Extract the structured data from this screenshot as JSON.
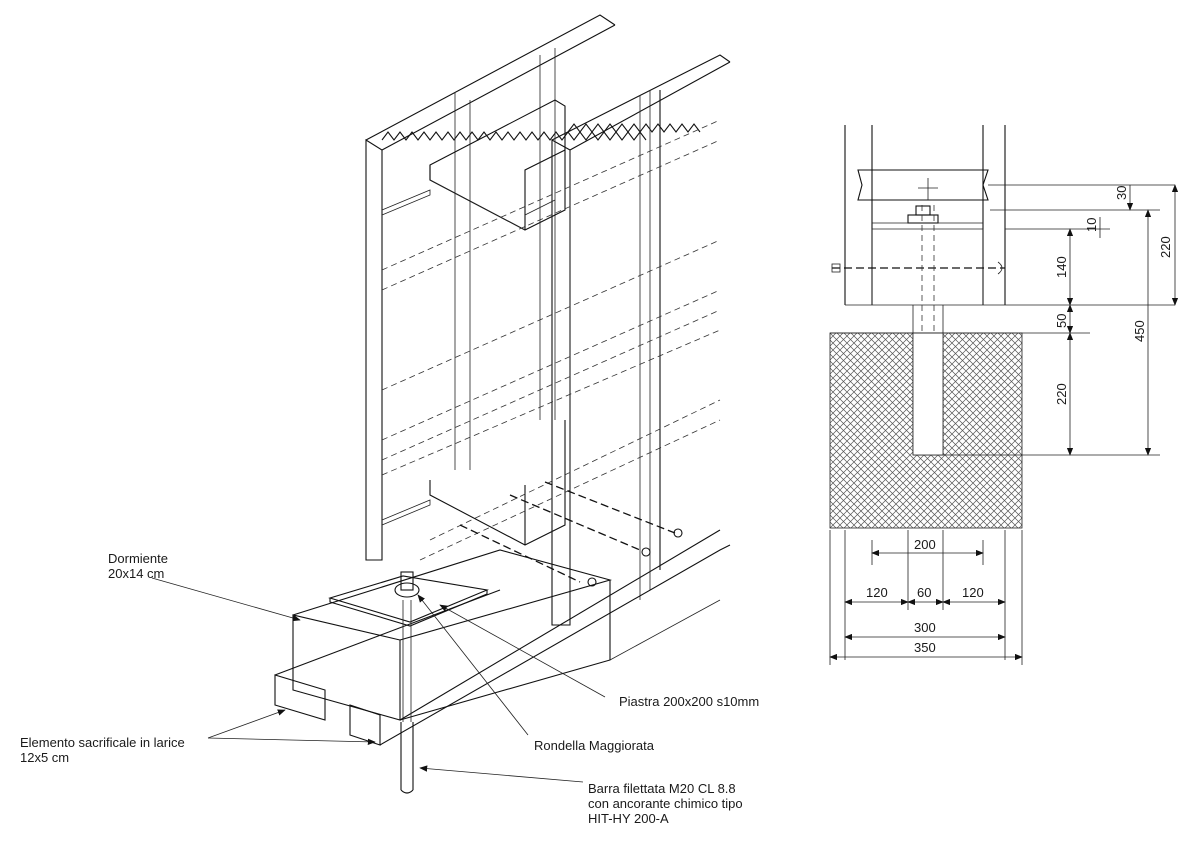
{
  "labels": {
    "dormiente_l1": "Dormiente",
    "dormiente_l2": "20x14 cm",
    "elemento_l1": "Elemento sacrificale in larice",
    "elemento_l2": "12x5 cm",
    "piastra": "Piastra 200x200 s10mm",
    "rondella": "Rondella Maggiorata",
    "barra_l1": "Barra filettata M20 CL 8.8",
    "barra_l2": "con ancorante chimico tipo",
    "barra_l3": "HIT-HY 200-A"
  },
  "dimensions": {
    "d30": "30",
    "d10": "10",
    "d140": "140",
    "d220_top": "220",
    "d50": "50",
    "d220_bottom": "220",
    "d450": "450",
    "d200": "200",
    "d120_left": "120",
    "d60": "60",
    "d120_right": "120",
    "d300": "300",
    "d350": "350"
  }
}
